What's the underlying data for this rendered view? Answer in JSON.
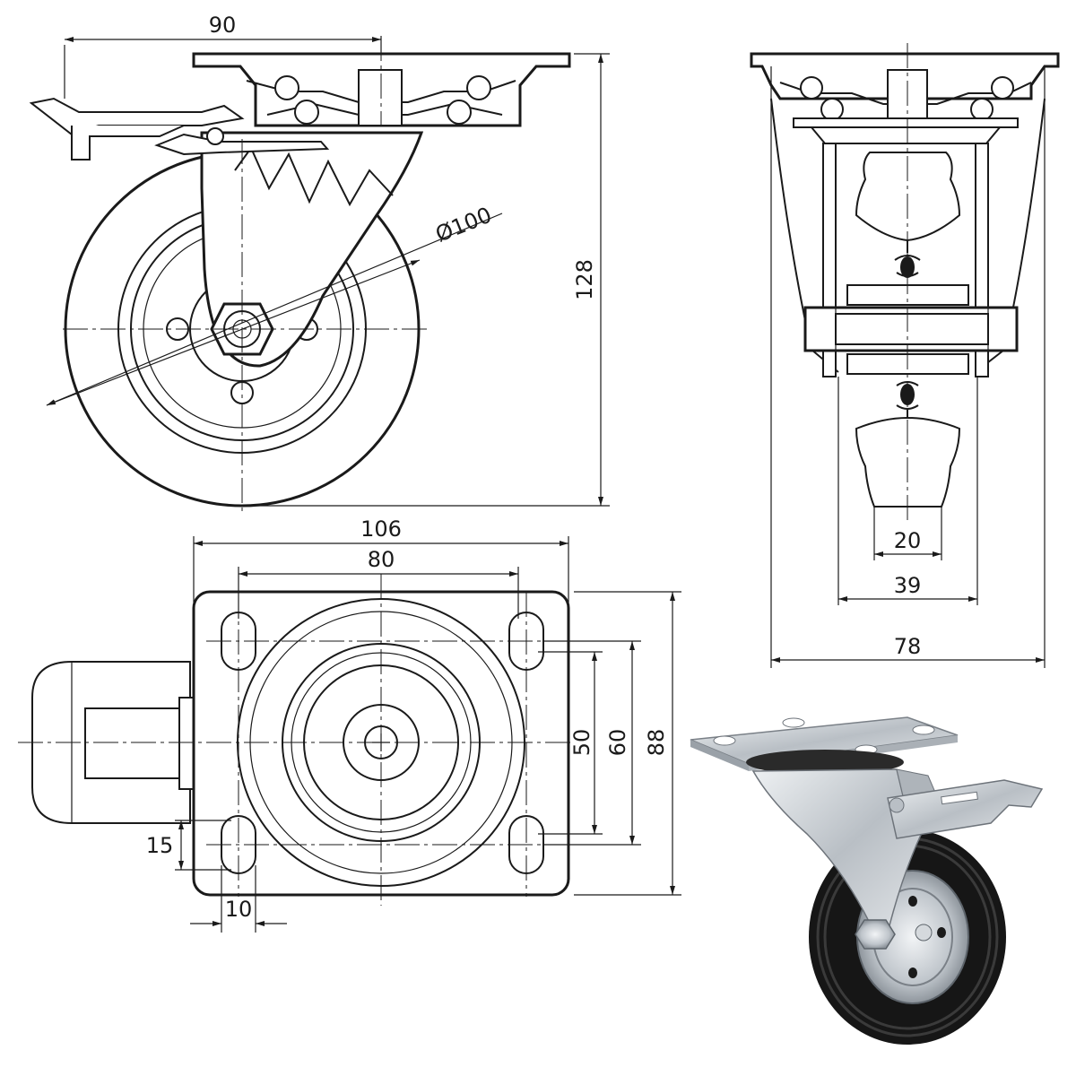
{
  "dimensions": {
    "plate_overall_width": "90",
    "overall_height": "128",
    "wheel_diameter": "Ø100",
    "plate_length": "106",
    "hole_spacing_length": "80",
    "hole_spacing_width_inner": "50",
    "hole_spacing_width_outer": "60",
    "plate_width": "88",
    "slot_length": "15",
    "slot_width": "10",
    "tread_width": "20",
    "wheel_width": "39",
    "side_overall_width": "78"
  },
  "colors": {
    "line": "#1a1a1a",
    "background": "#ffffff",
    "rubber": "#161616",
    "zinc": "#c9ced3"
  }
}
